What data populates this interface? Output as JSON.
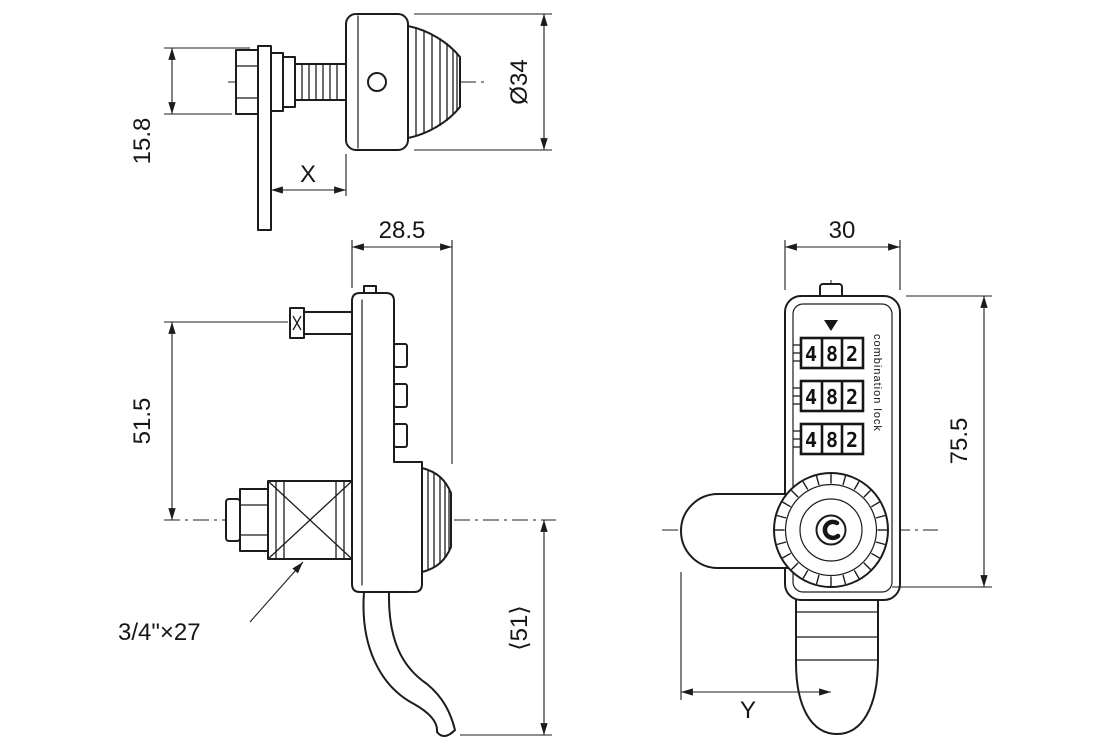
{
  "colors": {
    "ink": "#1c1c1c",
    "paper": "#ffffff"
  },
  "top_view": {
    "dim_stack_height": "15.8",
    "dim_cam_offset": "X",
    "dim_knob_diameter": "Ø34"
  },
  "side_view": {
    "dim_body_depth": "28.5",
    "dim_center_height": "51.5",
    "thread_spec": "3/4\"×27",
    "dim_cam_drop": "⟨51⟩"
  },
  "front_view": {
    "dim_body_width": "30",
    "dim_body_height": "75.5",
    "dim_handle_reach": "Y",
    "brand_text": "combination lock",
    "dials": [
      {
        "digits": [
          "4",
          "8",
          "2"
        ]
      },
      {
        "digits": [
          "4",
          "8",
          "2"
        ]
      },
      {
        "digits": [
          "4",
          "8",
          "2"
        ]
      }
    ]
  }
}
